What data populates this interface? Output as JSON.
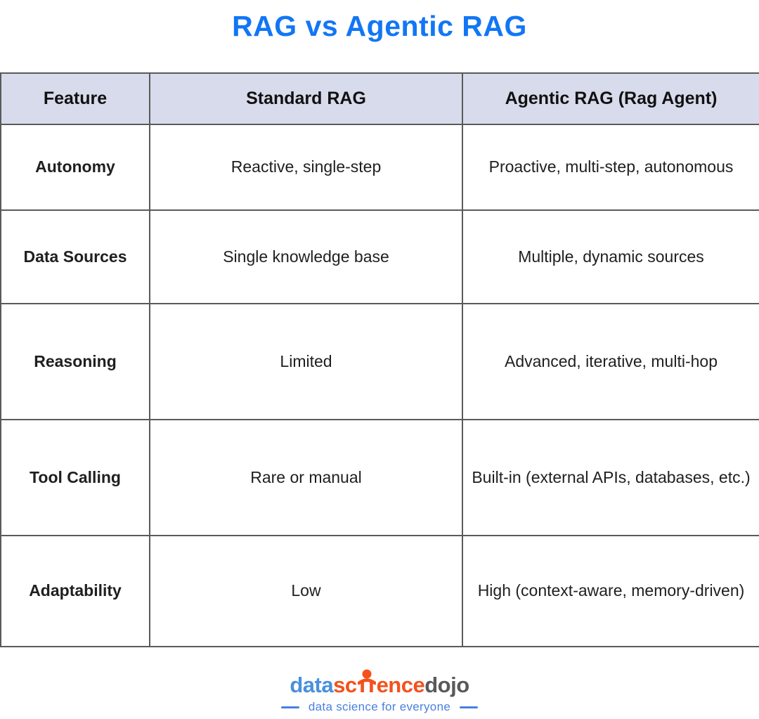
{
  "title": "RAG vs Agentic RAG",
  "table": {
    "headers": [
      "Feature",
      "Standard RAG",
      "Agentic RAG (Rag Agent)"
    ],
    "rows": [
      {
        "feature": "Autonomy",
        "standard": "Reactive, single-step",
        "agentic": "Proactive, multi-step, autonomous"
      },
      {
        "feature": "Data Sources",
        "standard": "Single knowledge base",
        "agentic": "Multiple, dynamic sources"
      },
      {
        "feature": "Reasoning",
        "standard": "Limited",
        "agentic": "Advanced, iterative, multi-hop"
      },
      {
        "feature": "Tool Calling",
        "standard": "Rare or manual",
        "agentic": "Built-in (external APIs, databases, etc.)"
      },
      {
        "feature": "Adaptability",
        "standard": "Low",
        "agentic": "High (context-aware, memory-driven)"
      }
    ]
  },
  "footer": {
    "logo": {
      "part1": "data",
      "part2": "sc",
      "part3": "ence",
      "part4": "dojo"
    },
    "tagline": "data science for everyone"
  },
  "colors": {
    "title_blue": "#1276f5",
    "header_bg": "#d8dbeb",
    "border_gray": "#5a5a5a",
    "logo_blue": "#4a90dc",
    "logo_orange": "#f4511e",
    "logo_gray": "#58595b",
    "tagline_blue": "#4a7fe0"
  },
  "icons": {
    "meditating_person": "meditating-person-icon"
  },
  "chart_data": {
    "type": "table",
    "title": "RAG vs Agentic RAG",
    "columns": [
      "Feature",
      "Standard RAG",
      "Agentic RAG (Rag Agent)"
    ],
    "rows": [
      [
        "Autonomy",
        "Reactive, single-step",
        "Proactive, multi-step, autonomous"
      ],
      [
        "Data Sources",
        "Single knowledge base",
        "Multiple, dynamic sources"
      ],
      [
        "Reasoning",
        "Limited",
        "Advanced, iterative, multi-hop"
      ],
      [
        "Tool Calling",
        "Rare or manual",
        "Built-in (external APIs, databases, etc.)"
      ],
      [
        "Adaptability",
        "Low",
        "High (context-aware, memory-driven)"
      ]
    ]
  }
}
